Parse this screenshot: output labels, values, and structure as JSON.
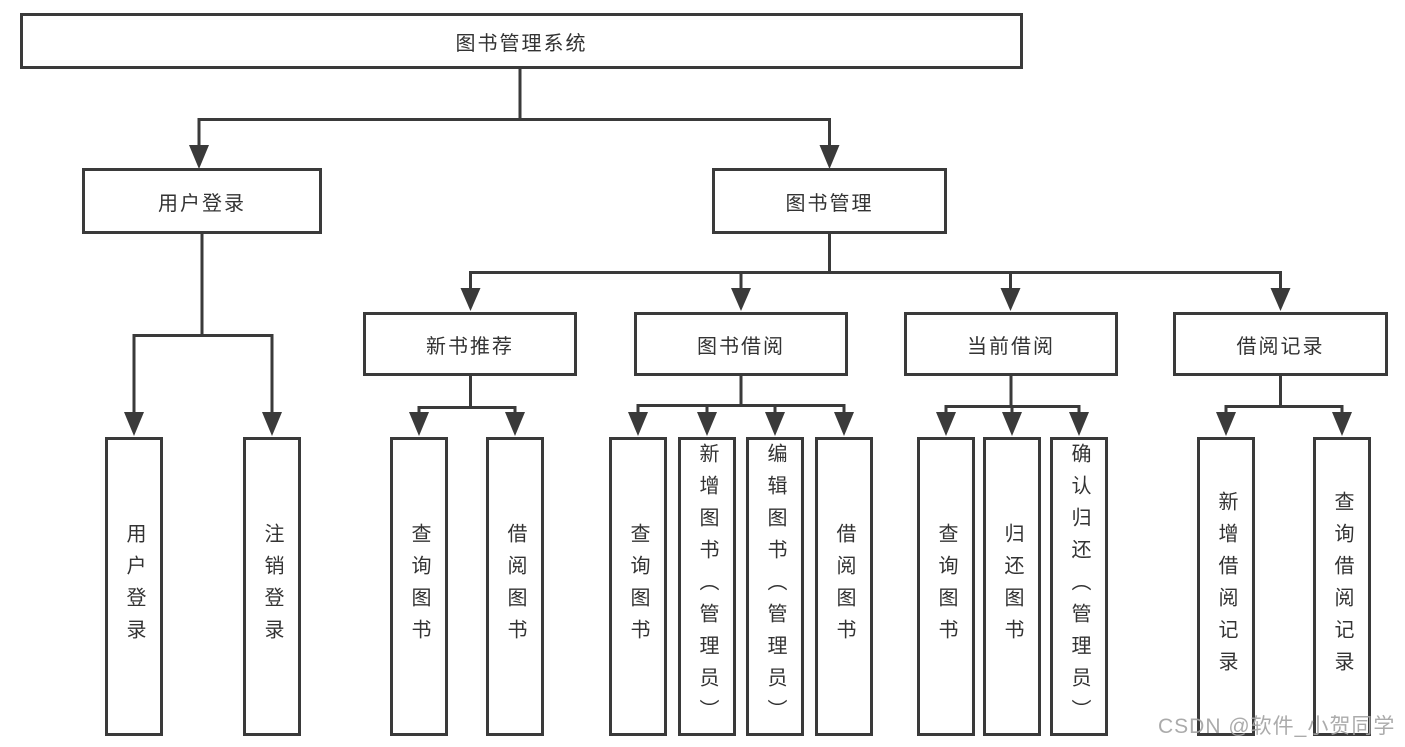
{
  "diagram": {
    "nodes": {
      "root": "图书管理系统",
      "level2": [
        "用户登录",
        "图书管理"
      ],
      "level3": [
        "新书推荐",
        "图书借阅",
        "当前借阅",
        "借阅记录"
      ],
      "leaves": [
        "用户登录",
        "注销登录",
        "查询图书",
        "借阅图书",
        "查询图书",
        "新增图书（管理员）",
        "编辑图书（管理员）",
        "借阅图书",
        "查询图书",
        "归还图书",
        "确认归还（管理员）",
        "新增借阅记录",
        "查询借阅记录"
      ]
    },
    "hierarchy": {
      "label": "图书管理系统",
      "children": [
        {
          "label": "用户登录",
          "children": [
            {
              "label": "用户登录"
            },
            {
              "label": "注销登录"
            }
          ]
        },
        {
          "label": "图书管理",
          "children": [
            {
              "label": "新书推荐",
              "children": [
                {
                  "label": "查询图书"
                },
                {
                  "label": "借阅图书"
                }
              ]
            },
            {
              "label": "图书借阅",
              "children": [
                {
                  "label": "查询图书"
                },
                {
                  "label": "新增图书（管理员）"
                },
                {
                  "label": "编辑图书（管理员）"
                },
                {
                  "label": "借阅图书"
                }
              ]
            },
            {
              "label": "当前借阅",
              "children": [
                {
                  "label": "查询图书"
                },
                {
                  "label": "归还图书"
                },
                {
                  "label": "确认归还（管理员）"
                }
              ]
            },
            {
              "label": "借阅记录",
              "children": [
                {
                  "label": "新增借阅记录"
                },
                {
                  "label": "查询借阅记录"
                }
              ]
            }
          ]
        }
      ]
    },
    "colors": {
      "line": "#3a3a3a",
      "text": "#333333",
      "box_fill": "#ffffff",
      "background": "#ffffff",
      "watermark": "#a4a4a4"
    },
    "watermark": "CSDN @软件_小贺同学"
  }
}
